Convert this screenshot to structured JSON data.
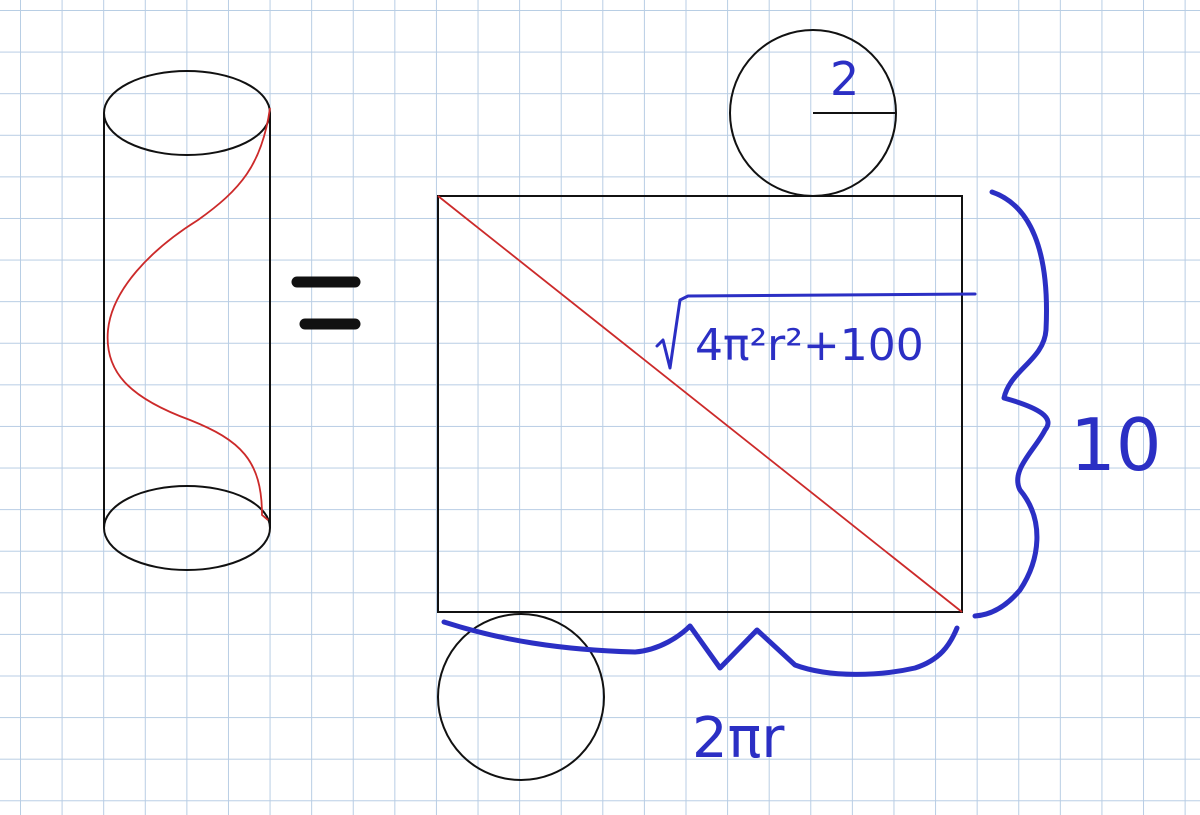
{
  "colors": {
    "ink_black": "#111111",
    "ink_red": "#cc2a2a",
    "ink_blue": "#2b2fc4",
    "grid_line": "#b8cde4"
  },
  "labels": {
    "radius": "2",
    "height": "10",
    "circumference": "2πr",
    "diagonal": "√4π²r²+100"
  }
}
